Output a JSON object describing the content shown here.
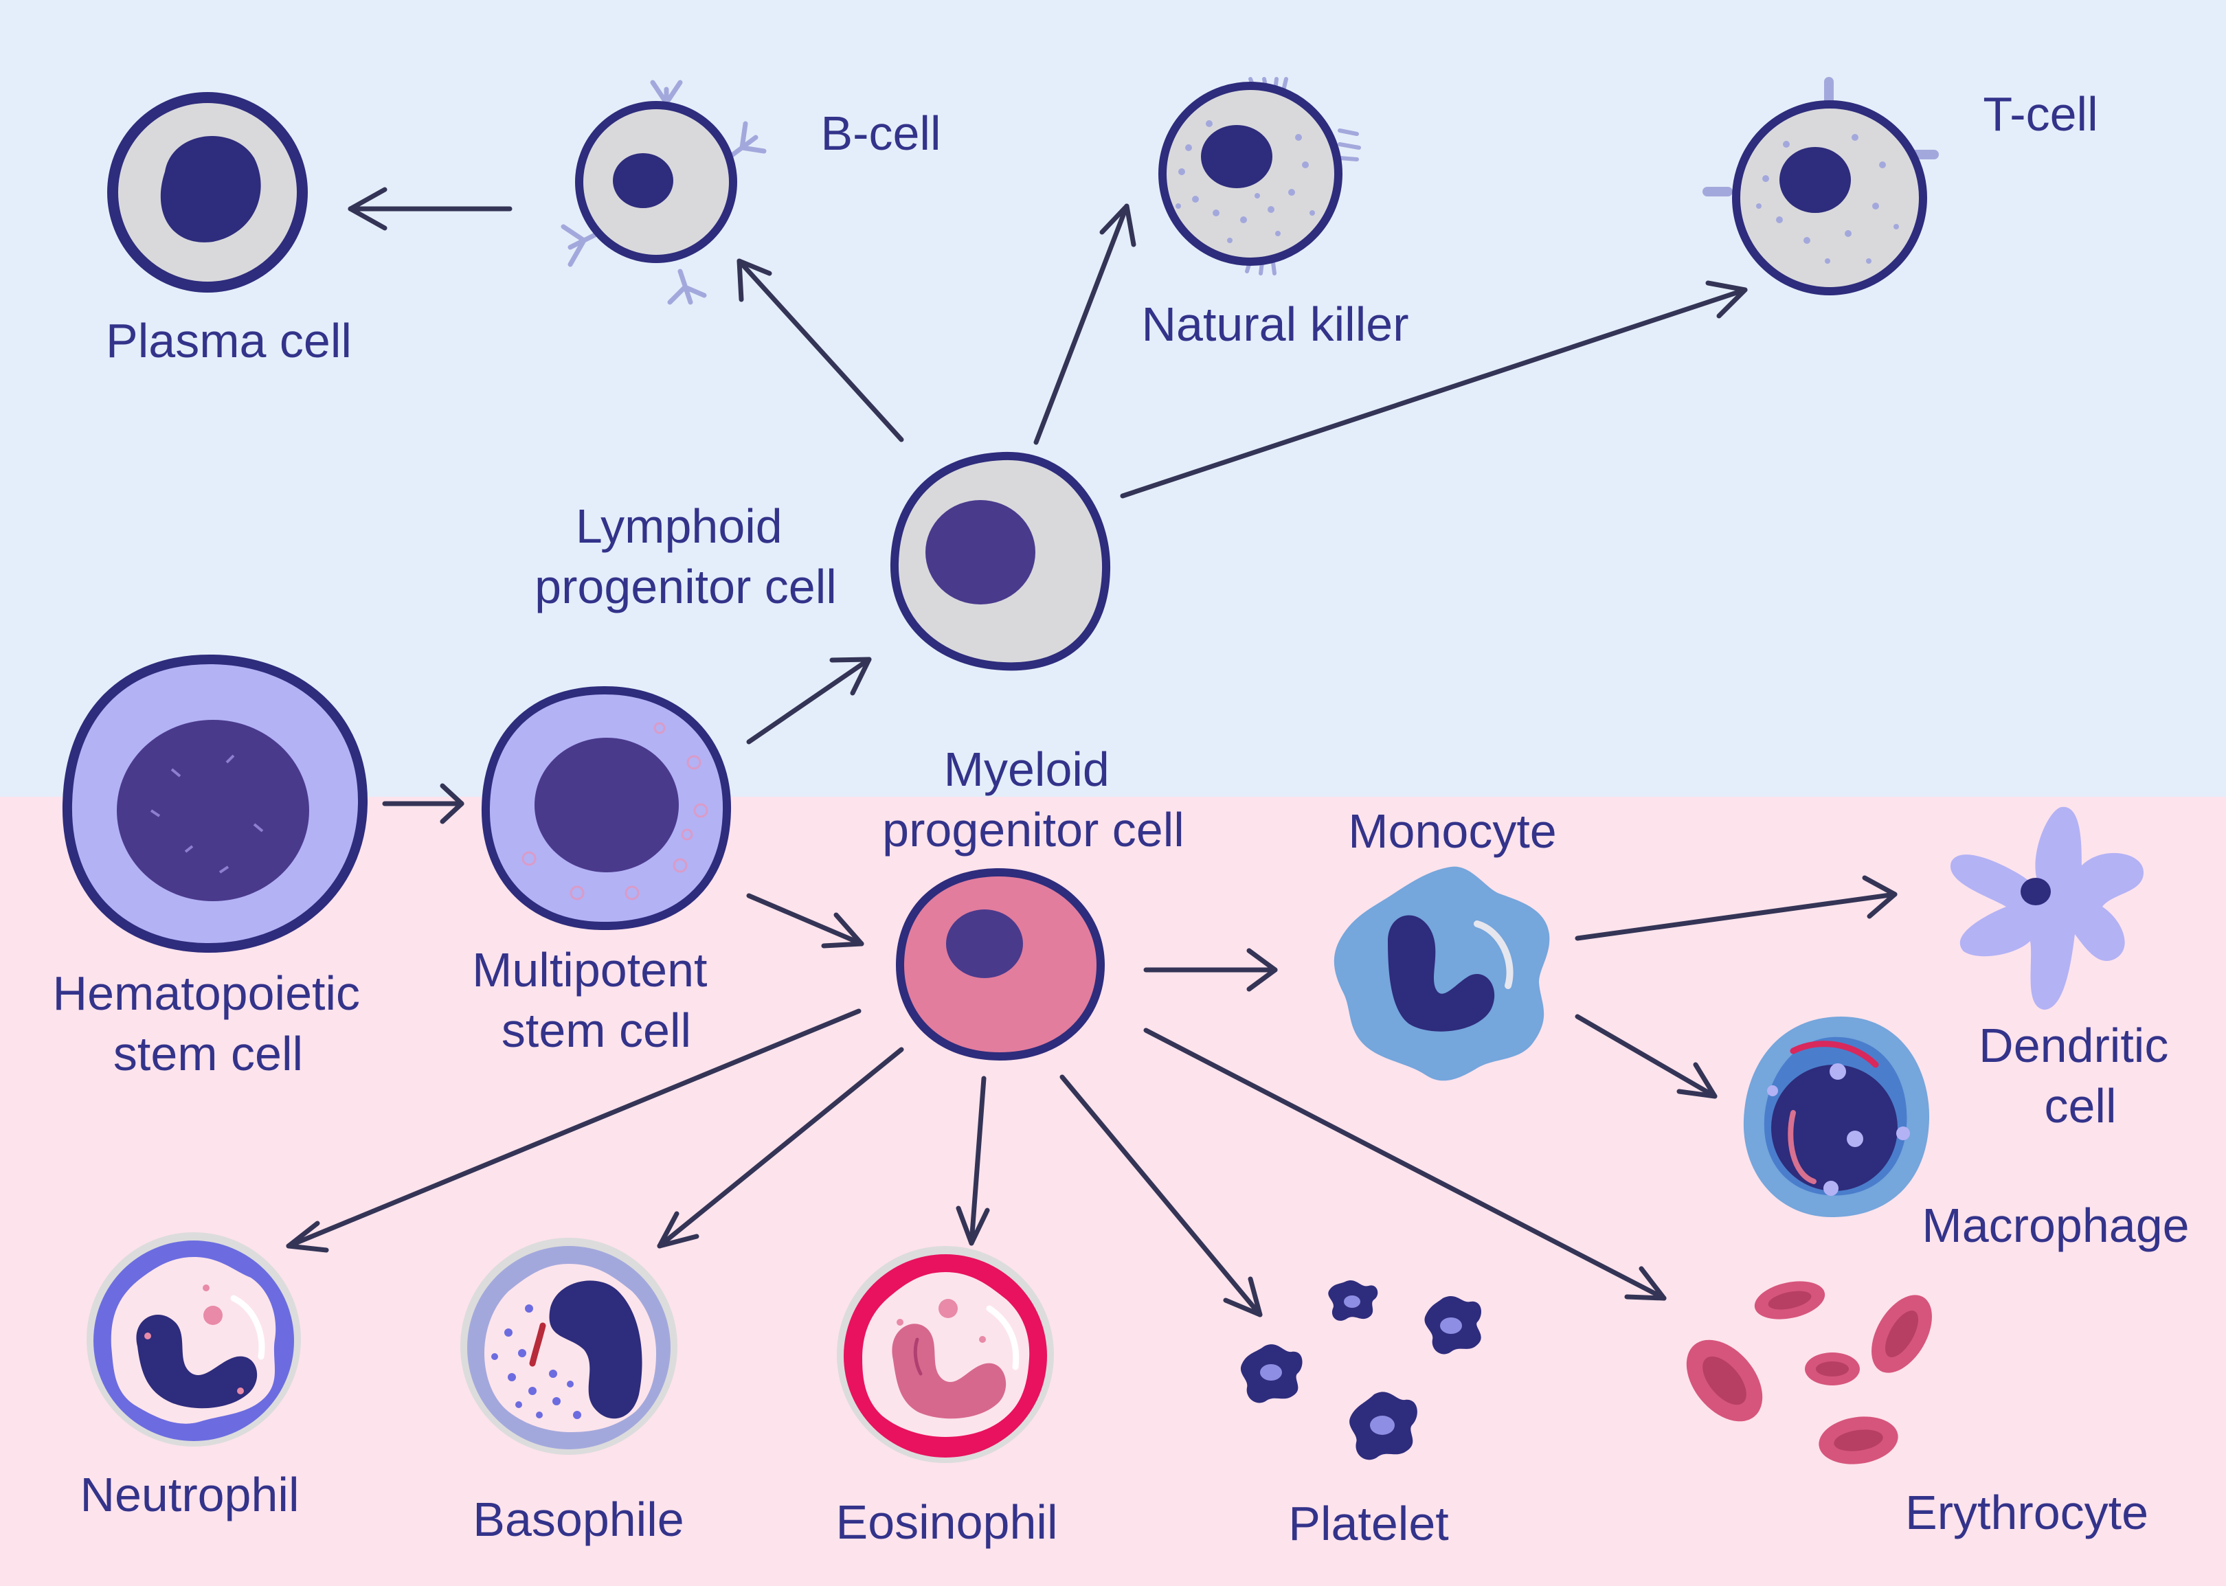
{
  "colors": {
    "lymphoid_bg": "#e4eefa",
    "myeloid_bg": "#fde3ec",
    "label": "#33338a",
    "arrow": "#343456",
    "outline": "#2e2c7c"
  },
  "labels": {
    "plasma_cell": "Plasma cell",
    "b_cell": "B-cell",
    "natural_killer": "Natural killer",
    "t_cell": "T-cell",
    "lymphoid_progenitor": [
      "Lymphoid",
      "progenitor cell"
    ],
    "hematopoietic": [
      "Hematopoietic",
      "stem cell"
    ],
    "multipotent": [
      "Multipotent",
      "stem cell"
    ],
    "myeloid_progenitor": [
      "Myeloid",
      "progenitor cell"
    ],
    "monocyte": "Monocyte",
    "dendritic": [
      "Dendritic",
      "cell"
    ],
    "macrophage": "Macrophage",
    "neutrophil": "Neutrophil",
    "basophile": "Basophile",
    "eosinophil": "Eosinophil",
    "platelet": "Platelet",
    "erythrocyte": "Erythrocyte"
  }
}
